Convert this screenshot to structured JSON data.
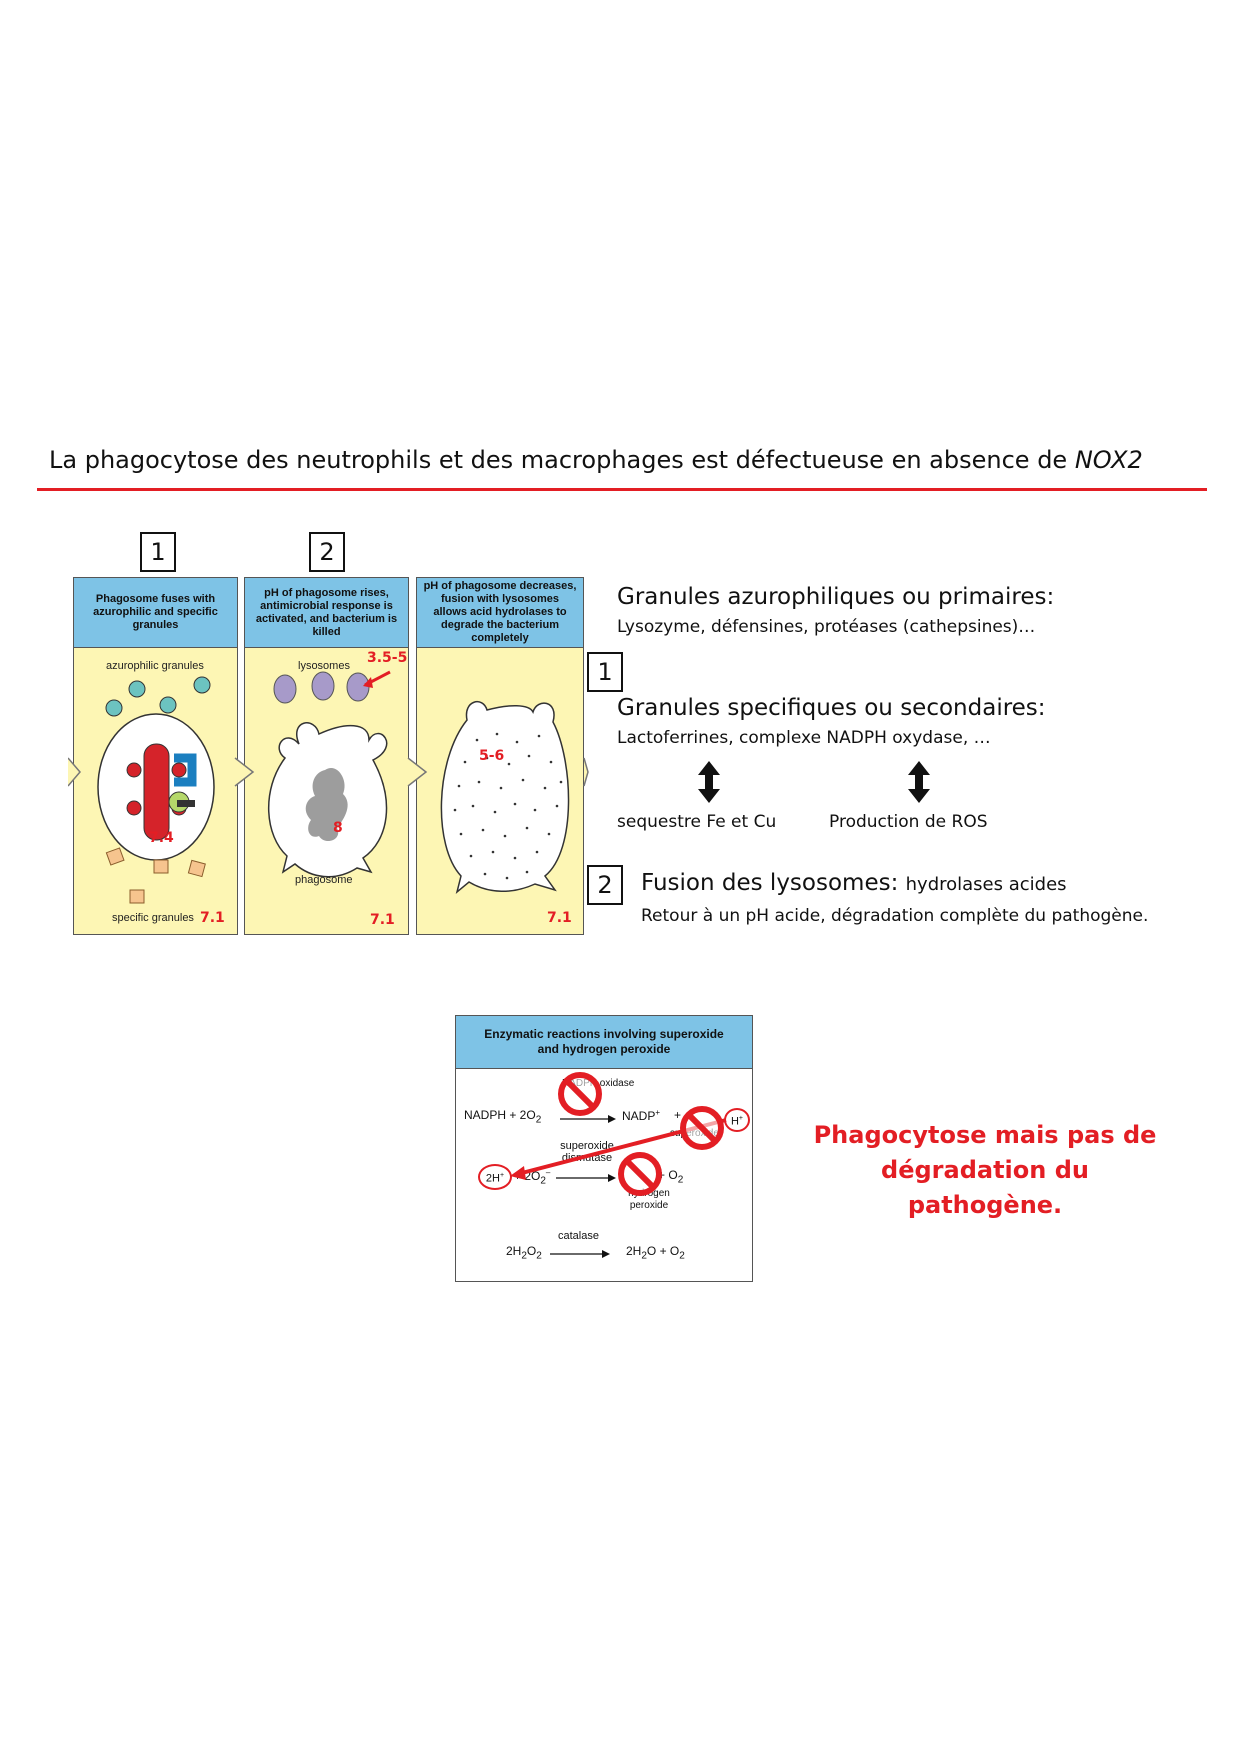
{
  "title": {
    "main": "La phagocytose des neutrophils et des macrophages est défectueuse en absence de ",
    "italic": "NOX2"
  },
  "step_labels": {
    "one": "1",
    "two": "2"
  },
  "panels": [
    {
      "header": "Phagosome fuses with azurophilic and specific granules",
      "label_top": "azurophilic granules",
      "label_bottom": "specific granules",
      "ph_inside": "7.4",
      "ph_outside": "7.1"
    },
    {
      "header": "pH of phagosome rises, antimicrobial response is activated, and bacterium is killed",
      "label_top": "lysosomes",
      "ph_lysosome": "3.5-5",
      "ph_inside": "8",
      "label_bottom": "phagosome",
      "ph_outside": "7.1"
    },
    {
      "header": "pH of phagosome decreases, fusion with lysosomes allows acid hydrolases to degrade the bacterium  completely",
      "ph_inside": "5-6",
      "ph_outside": "7.1"
    }
  ],
  "right_text": {
    "azuro_heading": "Granules azurophiliques ou primaires:",
    "azuro_list": "Lysozyme, défensines, protéases (cathepsines)…",
    "spec_heading": "Granules specifiques ou secondaires:",
    "spec_list": "Lactoferrines, complexe NADPH oxydase, …",
    "effect_left": "sequestre Fe et Cu",
    "effect_right": "Production de ROS",
    "fusion_heading": "Fusion des lysosomes: ",
    "fusion_sub": "hydrolases acides",
    "fusion_list": "Retour à un pH acide, dégradation complète du pathogène."
  },
  "enzymatic": {
    "header": "Enzymatic reactions involving superoxide and hydrogen peroxide",
    "r1_left": "NADPH  +  2O",
    "r1_sub": "2",
    "r1_enzyme": "NADPH oxidase",
    "r1_right": "NADP",
    "r1_plus": "+",
    "r1_superoxide": "superoxide",
    "r1_hplus": "H",
    "r2_hplus": "2H",
    "r2_mid": "+  2O",
    "r2_enzyme_a": "superoxide",
    "r2_enzyme_b": "dismutase",
    "r2_right": "+  O",
    "r2_label_a": "hydrogen",
    "r2_label_b": "peroxide",
    "r3_left": "2H",
    "r3_enzyme": "catalase",
    "r3_right_a": "2H",
    "r3_right_b": "O + O"
  },
  "conclusion": {
    "line1": "Phagocytose mais pas de",
    "line2": "dégradation du pathogène."
  },
  "colors": {
    "accent_red": "#e31e24",
    "panel_yellow": "#fdf6b4",
    "header_blue": "#7ec3e6",
    "granule_teal": "#6cc3c0",
    "granule_orange": "#f6c48e",
    "lysosome_purple": "#a79ac9"
  }
}
